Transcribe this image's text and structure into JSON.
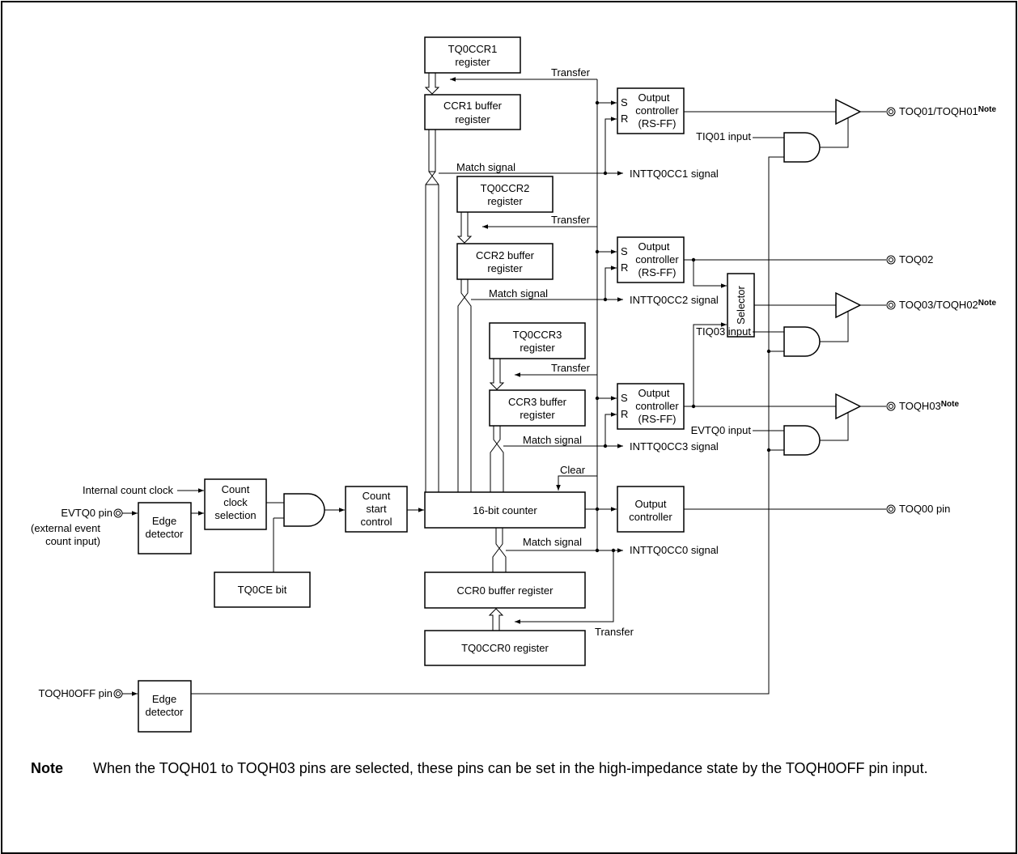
{
  "blocks": {
    "tq0ccr1": [
      "TQ0CCR1",
      "register"
    ],
    "ccr1_buf": [
      "CCR1 buffer",
      "register"
    ],
    "tq0ccr2": [
      "TQ0CCR2",
      "register"
    ],
    "ccr2_buf": [
      "CCR2 buffer",
      "register"
    ],
    "tq0ccr3": [
      "TQ0CCR3",
      "register"
    ],
    "ccr3_buf": [
      "CCR3 buffer",
      "register"
    ],
    "counter": "16-bit counter",
    "ccr0_buf": "CCR0 buffer register",
    "tq0ccr0": "TQ0CCR0 register",
    "count_clock_sel": [
      "Count",
      "clock",
      "selection"
    ],
    "edge_det": [
      "Edge",
      "detector"
    ],
    "tq0ce": "TQ0CE bit",
    "count_start": [
      "Count",
      "start",
      "control"
    ],
    "edge_det2": [
      "Edge",
      "detector"
    ],
    "outctl": [
      "Output",
      "controller",
      "(RS-FF)"
    ],
    "outctl0": [
      "Output",
      "controller"
    ],
    "selector": "Selector",
    "s": "S",
    "r": "R"
  },
  "labels": {
    "transfer": "Transfer",
    "match_signal": "Match signal",
    "clear": "Clear",
    "int_cc1": "INTTQ0CC1 signal",
    "int_cc2": "INTTQ0CC2 signal",
    "int_cc3": "INTTQ0CC3 signal",
    "int_cc0": "INTTQ0CC0 signal",
    "tiq01_input": "TIQ01 input",
    "tiq03_input": "TIQ03 input",
    "evtq0_input": "EVTQ0 input",
    "internal_clock": "Internal count clock",
    "evtq0_pin": "EVTQ0 pin",
    "evtq0_sub1": "(external event",
    "evtq0_sub2": "count input)",
    "toqh0off_pin": "TOQH0OFF pin"
  },
  "pins": {
    "toq01": "TOQ01/TOQH01",
    "toq02": "TOQ02",
    "toq03": "TOQ03/TOQH02",
    "toqh03": "TOQH03",
    "toq00": "TOQ00 pin",
    "note_sup": "Note"
  },
  "note": {
    "label": "Note",
    "text": "When the TOQH01 to TOQH03 pins are selected, these pins can be set in the high-impedance state by the TOQH0OFF pin input."
  }
}
